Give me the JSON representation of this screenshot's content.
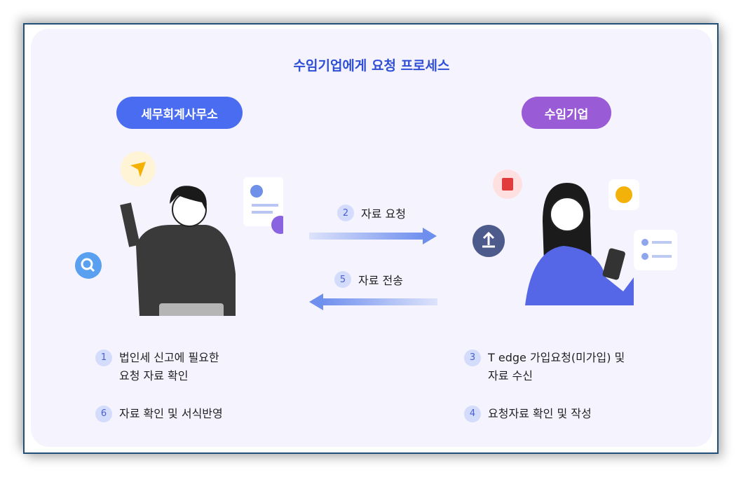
{
  "title": "수임기업에게 요청 프로세스",
  "left_party": "세무회계사무소",
  "right_party": "수임기업",
  "arrows": [
    {
      "num": "2",
      "label": "자료 요청"
    },
    {
      "num": "5",
      "label": "자료 전송"
    }
  ],
  "steps_left": [
    {
      "num": "1",
      "line1": "법인세 신고에 필요한",
      "line2": "요청 자료 확인"
    },
    {
      "num": "6",
      "line1": "자료 확인 및 서식반영"
    }
  ],
  "steps_right": [
    {
      "num": "3",
      "line1": "T edge 가입요청(미가입) 및",
      "line2": "자료 수신"
    },
    {
      "num": "4",
      "line1": "요청자료 확인 및 작성"
    }
  ],
  "colors": {
    "frame": "#1f4e79",
    "left_accent": "#4a6cf0",
    "right_accent": "#9a5bd6",
    "title": "#2f4fd6"
  }
}
